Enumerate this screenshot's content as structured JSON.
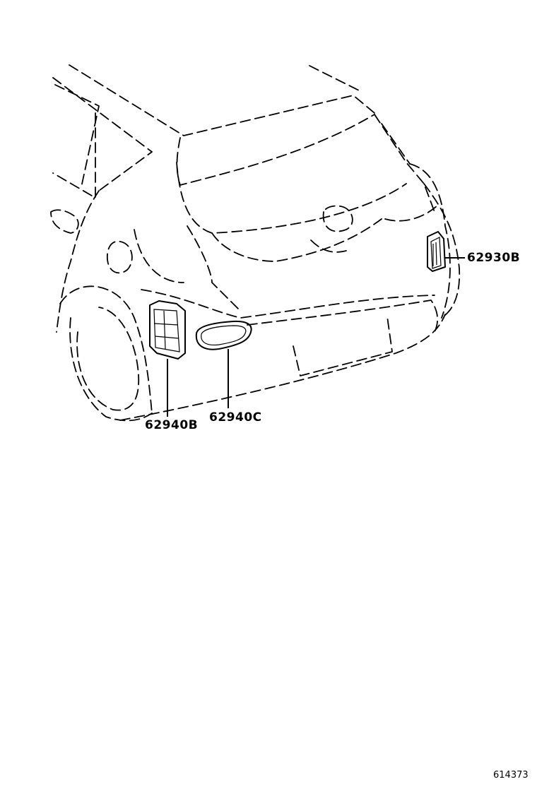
{
  "parts": {
    "p1": {
      "number": "62930B"
    },
    "p2": {
      "number": "62940B"
    },
    "p3": {
      "number": "62940C"
    }
  },
  "illustration_id": "614373",
  "colors": {
    "line": "#000000",
    "background": "#ffffff"
  }
}
